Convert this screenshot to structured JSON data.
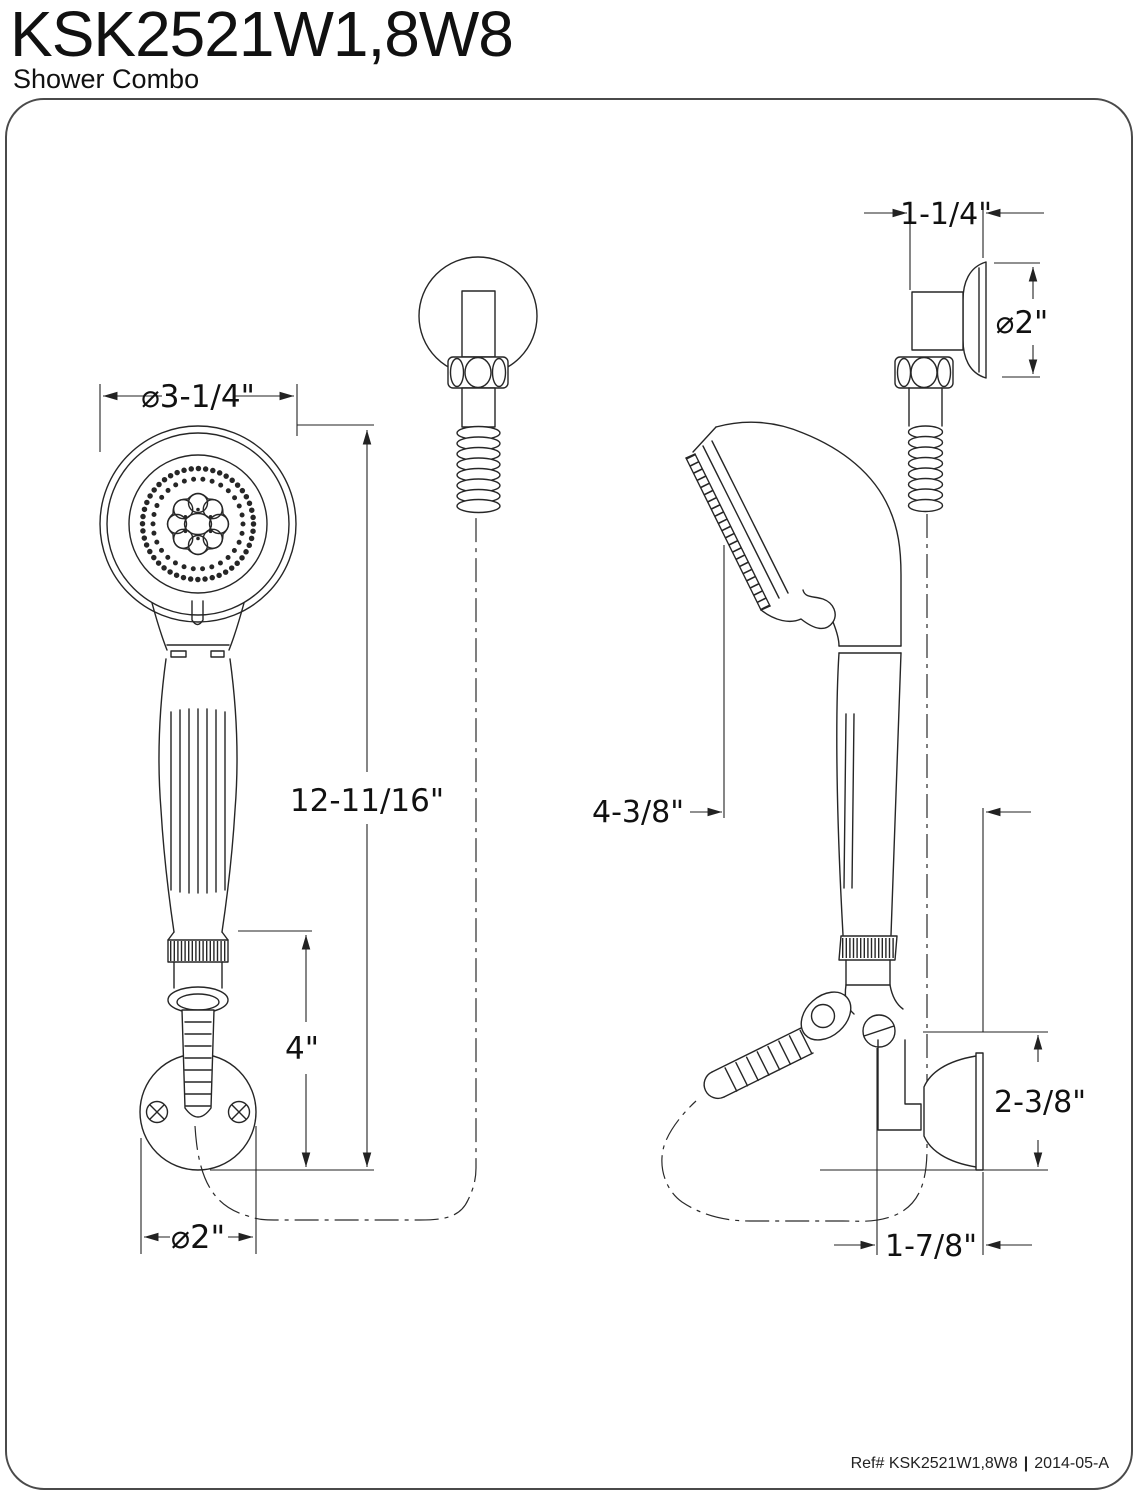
{
  "page": {
    "title": "KSK2521W1,8W8",
    "subtitle": "Shower Combo"
  },
  "footer": {
    "ref": "Ref# KSK2521W1,8W8",
    "separator": "|",
    "revision": "2014-05-A"
  },
  "drawing": {
    "line_color": "#262626",
    "background": "#ffffff",
    "dimensions": {
      "head_diameter": "⌀3-1/4\"",
      "overall_height": "12-11/16\"",
      "supply_elbow_height": "4\"",
      "supply_flange_diameter": "⌀2\"",
      "hook_projection": "1-1/4\"",
      "hook_flange_diameter": "⌀2\"",
      "head_to_wall_depth": "4-3/8\"",
      "bracket_flange_height": "2-3/8\"",
      "bracket_projection": "1-7/8\""
    }
  }
}
